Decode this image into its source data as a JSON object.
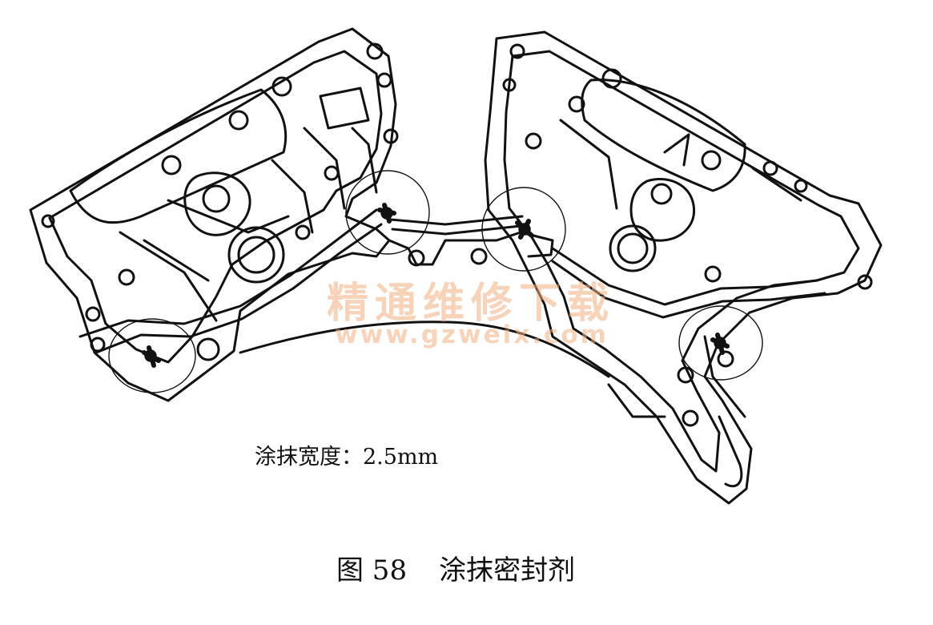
{
  "figure": {
    "note": "涂抹宽度：2.5mm",
    "caption_number": "图 58",
    "caption_title": "涂抹密封剂"
  },
  "watermark": {
    "text_cn": "精通维修下载",
    "text_url": "www.gzweix.com",
    "color": "#f0b080"
  },
  "colors": {
    "line": "#111111",
    "paper": "#ffffff"
  }
}
